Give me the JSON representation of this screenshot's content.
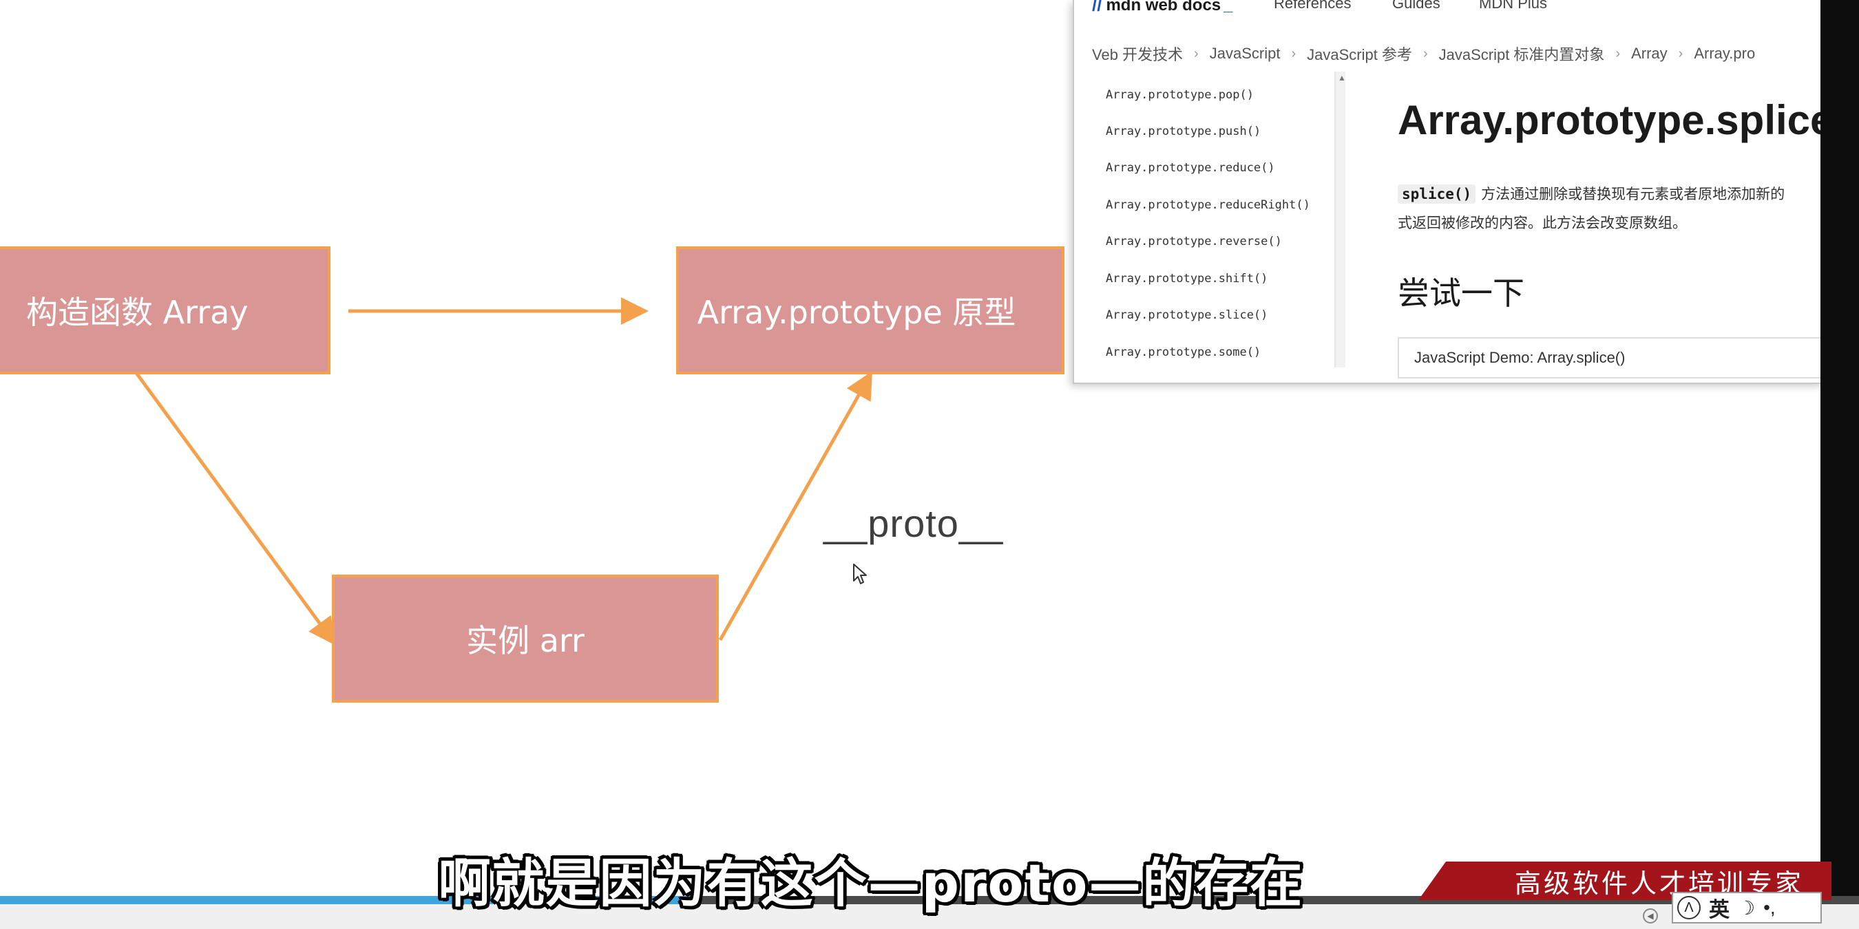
{
  "diagram": {
    "constructor_box": "构造函数 Array",
    "prototype_box": "Array.prototype 原型",
    "instance_box": "实例 arr",
    "proto_label": "__proto__"
  },
  "mdn": {
    "logo_text": "mdn web docs",
    "logo_mark": "//",
    "logo_underscore": "_",
    "nav": [
      "References",
      "Guides",
      "MDN Plus"
    ],
    "breadcrumb": [
      "Veb 开发技术",
      "JavaScript",
      "JavaScript 参考",
      "JavaScript 标准内置对象",
      "Array",
      "Array.pro"
    ],
    "breadcrumb_separator": "›",
    "sidebar_items": [
      "Array.prototype.pop()",
      "Array.prototype.push()",
      "Array.prototype.reduce()",
      "Array.prototype.reduceRight()",
      "Array.prototype.reverse()",
      "Array.prototype.shift()",
      "Array.prototype.slice()",
      "Array.prototype.some()"
    ],
    "title": "Array.prototype.splice",
    "desc_code": "splice()",
    "desc_line1": "方法通过删除或替换现有元素或者原地添加新的",
    "desc_line2": "式返回被修改的内容。此方法会改变原数组。",
    "try_heading": "尝试一下",
    "demo_title": "JavaScript Demo: Array.splice()"
  },
  "video": {
    "subtitle": "啊就是因为有这个—proto—的存在",
    "brand_banner": "高级软件人才培训专家",
    "progress": 0.372,
    "progress_color": "#3ea6dc"
  },
  "ime": {
    "logo": "Λ",
    "lang": "英",
    "moon": "☽",
    "punct": "•,"
  },
  "colors": {
    "box_fill": "#d99694",
    "box_border": "#f4a14d",
    "arrow": "#f4a14d",
    "brand_red": "#a3151b"
  },
  "icons": {
    "cursor": "cursor-arrow-icon",
    "scroll_up": "chevron-up-icon"
  }
}
